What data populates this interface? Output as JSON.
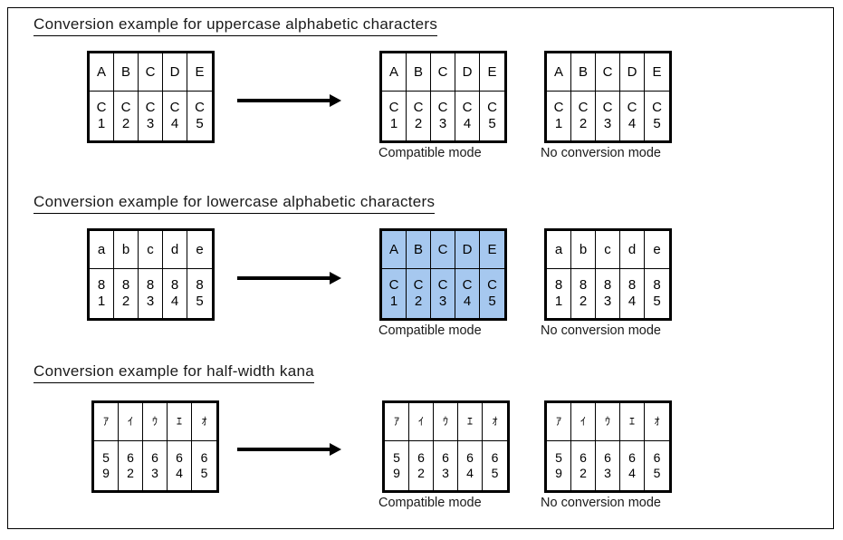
{
  "page": {
    "background_color": "#ffffff",
    "frame_color": "#000000",
    "highlight_color": "#a6c8ef"
  },
  "sections": [
    {
      "id": "uppercase",
      "title": "Conversion  example  for uppercase alphabetic  characters",
      "source_table": {
        "chars": [
          "A",
          "B",
          "C",
          "D",
          "E"
        ],
        "code_hi": [
          "C",
          "C",
          "C",
          "C",
          "C"
        ],
        "code_lo": [
          "1",
          "2",
          "3",
          "4",
          "5"
        ],
        "highlighted": false
      },
      "arrow": {
        "name": "conversion-arrow"
      },
      "results": [
        {
          "caption": "Compatible mode",
          "chars": [
            "A",
            "B",
            "C",
            "D",
            "E"
          ],
          "code_hi": [
            "C",
            "C",
            "C",
            "C",
            "C"
          ],
          "code_lo": [
            "1",
            "2",
            "3",
            "4",
            "5"
          ],
          "highlighted": false
        },
        {
          "caption": "No conversion mode",
          "chars": [
            "A",
            "B",
            "C",
            "D",
            "E"
          ],
          "code_hi": [
            "C",
            "C",
            "C",
            "C",
            "C"
          ],
          "code_lo": [
            "1",
            "2",
            "3",
            "4",
            "5"
          ],
          "highlighted": false
        }
      ]
    },
    {
      "id": "lowercase",
      "title": "Conversion  example  for lowercase alphabetic  characters",
      "source_table": {
        "chars": [
          "a",
          "b",
          "c",
          "d",
          "e"
        ],
        "code_hi": [
          "8",
          "8",
          "8",
          "8",
          "8"
        ],
        "code_lo": [
          "1",
          "2",
          "3",
          "4",
          "5"
        ],
        "highlighted": false
      },
      "arrow": {
        "name": "conversion-arrow"
      },
      "results": [
        {
          "caption": "Compatible mode",
          "chars": [
            "A",
            "B",
            "C",
            "D",
            "E"
          ],
          "code_hi": [
            "C",
            "C",
            "C",
            "C",
            "C"
          ],
          "code_lo": [
            "1",
            "2",
            "3",
            "4",
            "5"
          ],
          "highlighted": true
        },
        {
          "caption": "No conversion mode",
          "chars": [
            "a",
            "b",
            "c",
            "d",
            "e"
          ],
          "code_hi": [
            "8",
            "8",
            "8",
            "8",
            "8"
          ],
          "code_lo": [
            "1",
            "2",
            "3",
            "4",
            "5"
          ],
          "highlighted": false
        }
      ]
    },
    {
      "id": "halfwidth-kana",
      "title": "Conversion  example  for half-width kana",
      "source_table": {
        "chars": [
          "ｱ",
          "ｲ",
          "ｳ",
          "ｴ",
          "ｵ"
        ],
        "code_hi": [
          "5",
          "6",
          "6",
          "6",
          "6"
        ],
        "code_lo": [
          "9",
          "2",
          "3",
          "4",
          "5"
        ],
        "highlighted": false,
        "kana": true
      },
      "arrow": {
        "name": "conversion-arrow"
      },
      "results": [
        {
          "caption": "Compatible mode",
          "chars": [
            "ｱ",
            "ｲ",
            "ｳ",
            "ｴ",
            "ｵ"
          ],
          "code_hi": [
            "5",
            "6",
            "6",
            "6",
            "6"
          ],
          "code_lo": [
            "9",
            "2",
            "3",
            "4",
            "5"
          ],
          "highlighted": false,
          "kana": true
        },
        {
          "caption": "No conversion mode",
          "chars": [
            "ｱ",
            "ｲ",
            "ｳ",
            "ｴ",
            "ｵ"
          ],
          "code_hi": [
            "5",
            "6",
            "6",
            "6",
            "6"
          ],
          "code_lo": [
            "9",
            "2",
            "3",
            "4",
            "5"
          ],
          "highlighted": false,
          "kana": true
        }
      ]
    }
  ]
}
